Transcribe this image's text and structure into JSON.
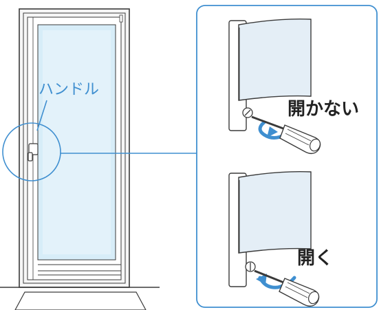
{
  "labels": {
    "handle": "ハンドル",
    "locked": "開かない",
    "unlocked": "開く"
  },
  "colors": {
    "accent": "#3f8fd0",
    "glass": "#d7edf8",
    "frame": "#f6f6f6",
    "line": "#3a3a3a",
    "handle": "#e4eef6"
  },
  "icons": [
    "door-illustration",
    "handle-icon",
    "screwdriver-icon",
    "rotate-arrow-icon"
  ]
}
